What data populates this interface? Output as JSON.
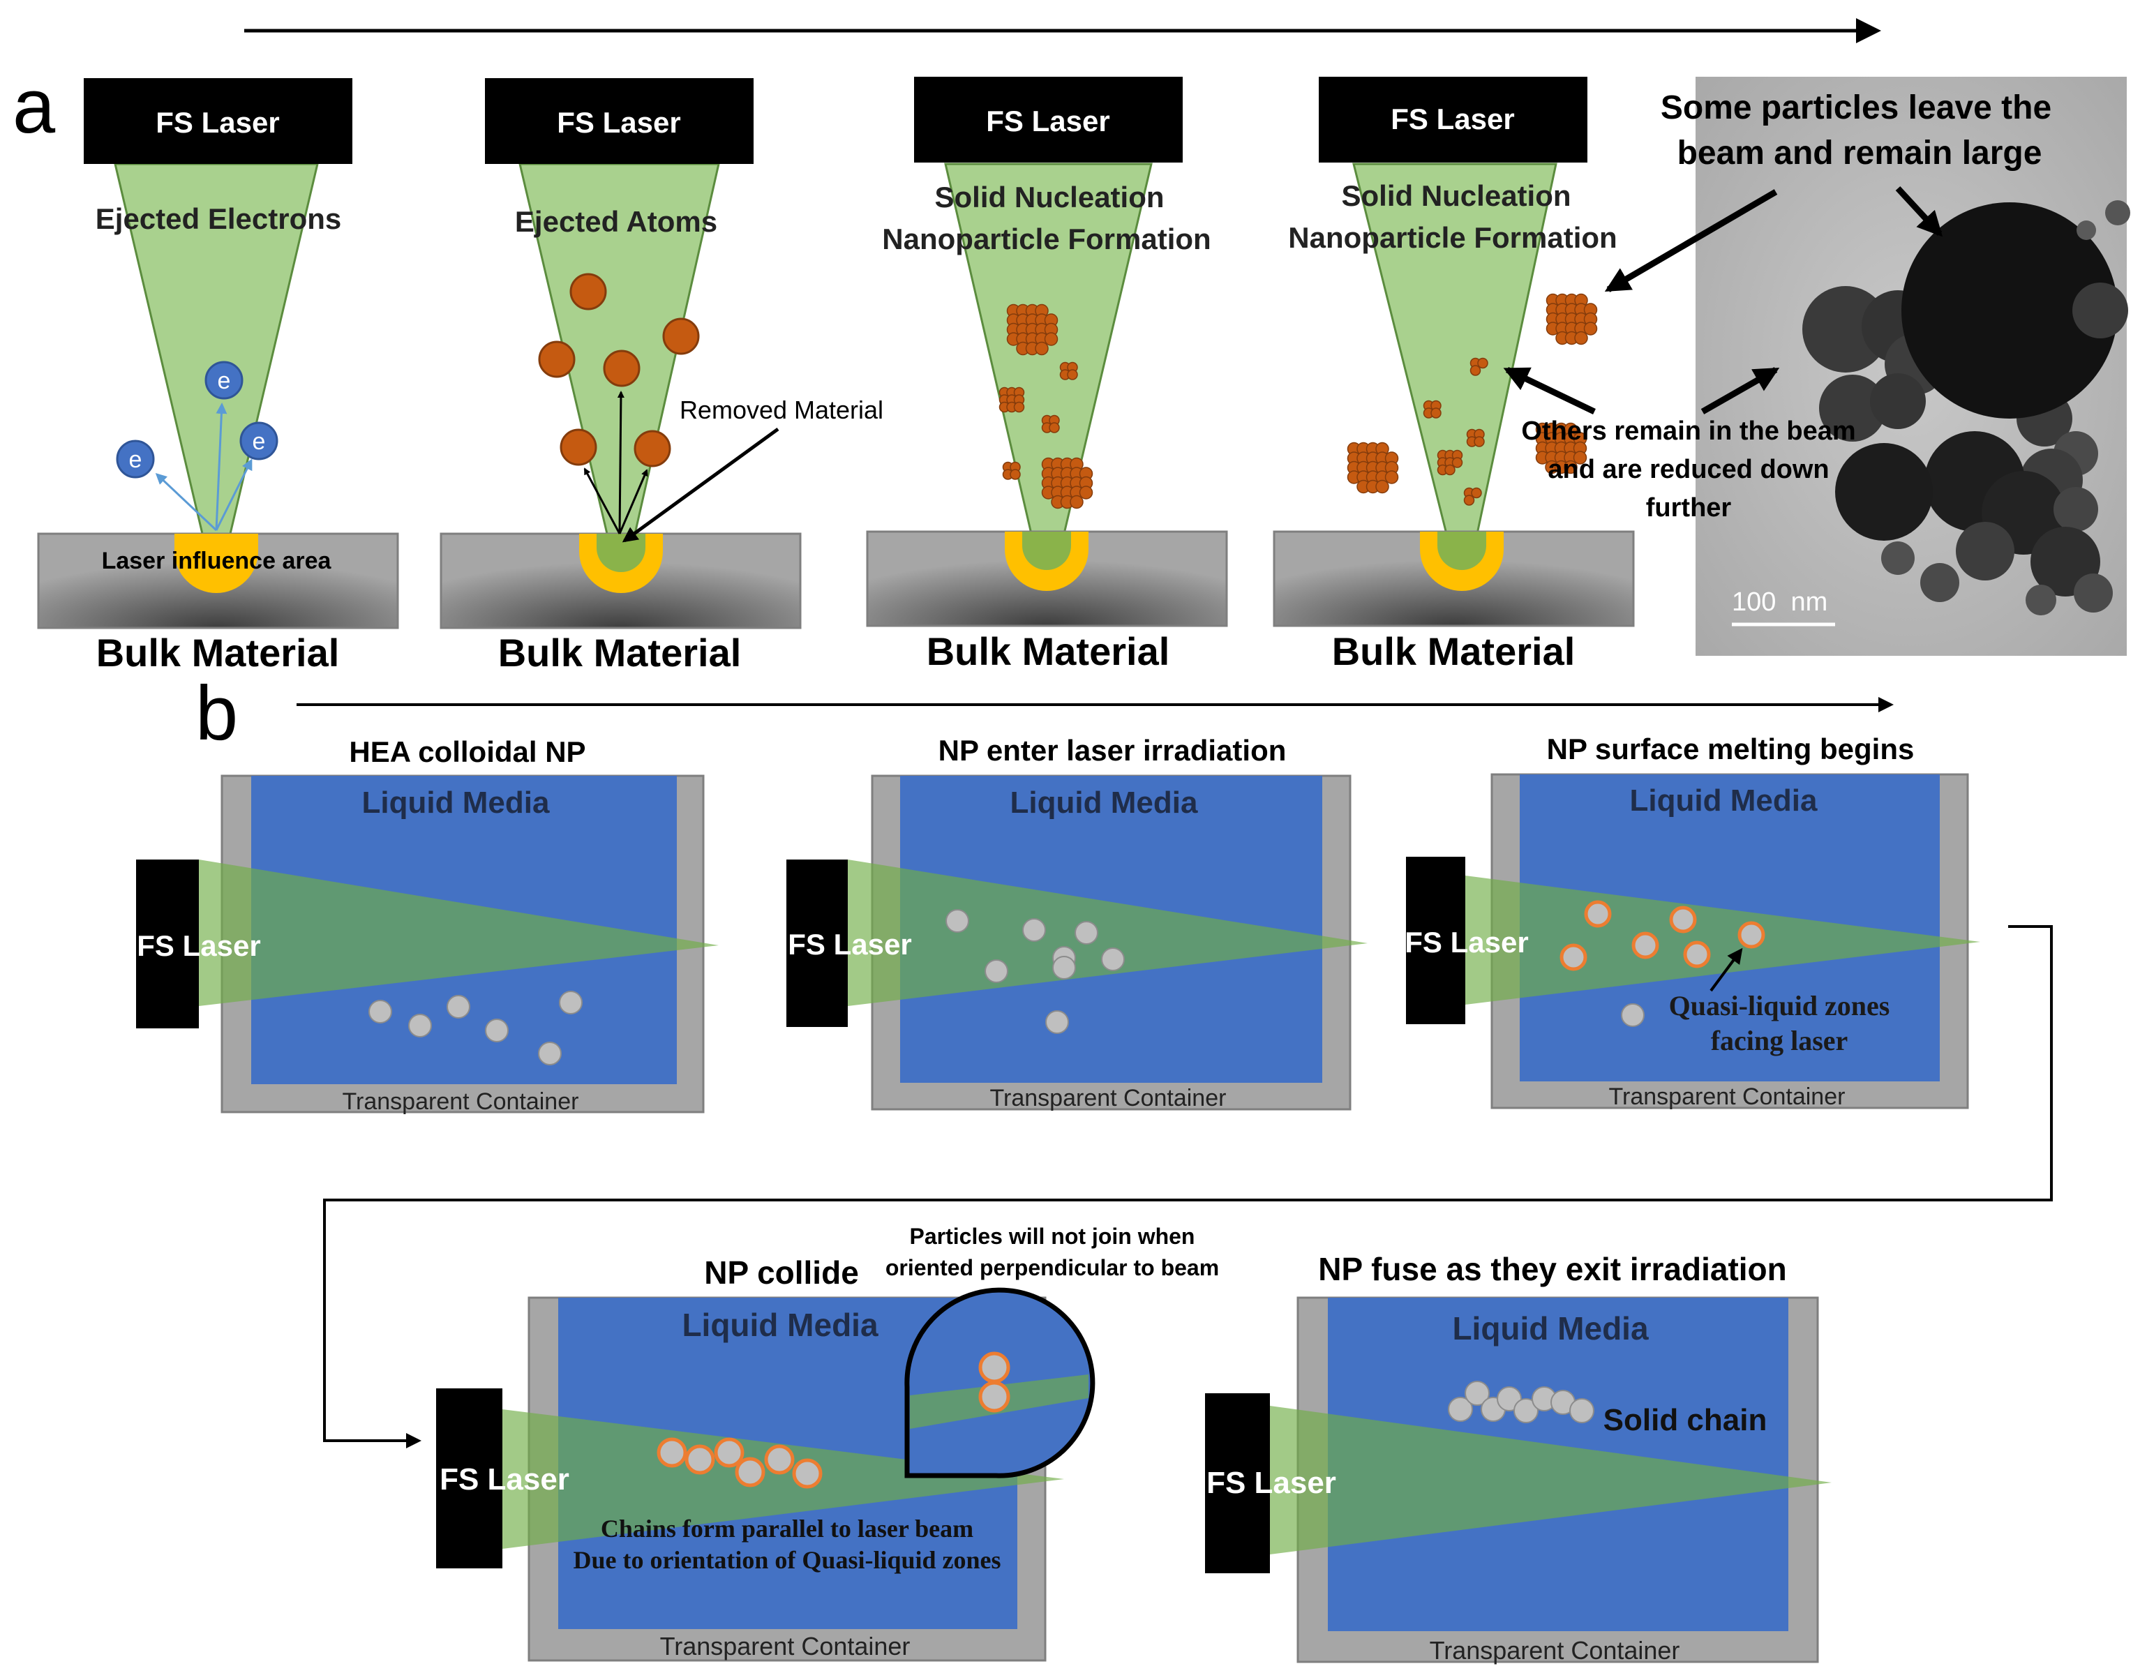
{
  "panel_a": {
    "label": "a",
    "step1": {
      "laser": "FS Laser",
      "title": "Ejected Electrons",
      "influence": "Laser influence area",
      "bulk": "Bulk Material",
      "electron_symbol": "e"
    },
    "step2": {
      "laser": "FS Laser",
      "title": "Ejected Atoms",
      "removed": "Removed Material",
      "bulk": "Bulk Material"
    },
    "step3": {
      "laser": "FS Laser",
      "title1": "Solid Nucleation",
      "title2": "Nanoparticle Formation",
      "bulk": "Bulk Material"
    },
    "step4": {
      "laser": "FS Laser",
      "title1": "Solid Nucleation",
      "title2": "Nanoparticle Formation",
      "bulk": "Bulk Material"
    },
    "tem": {
      "leave1": "Some particles leave the",
      "leave2": "beam and remain large",
      "remain1": "Others remain in the beam",
      "remain2": "and are reduced down",
      "remain3": "further",
      "scale": "100  nm"
    }
  },
  "panel_b": {
    "label": "b",
    "stage1": {
      "title": "HEA colloidal NP",
      "media": "Liquid Media",
      "laser": "FS Laser",
      "container": "Transparent Container"
    },
    "stage2": {
      "title": "NP enter laser irradiation",
      "media": "Liquid Media",
      "laser": "FS Laser",
      "container": "Transparent Container"
    },
    "stage3": {
      "title": "NP surface melting begins",
      "media": "Liquid Media",
      "laser": "FS Laser",
      "container": "Transparent Container",
      "note1": "Quasi-liquid zones",
      "note2": "facing laser"
    },
    "stage4": {
      "title": "NP collide",
      "media": "Liquid Media",
      "laser": "FS Laser",
      "container": "Transparent Container",
      "inset1": "Particles will not join when",
      "inset2": "oriented perpendicular to beam",
      "chain1": "Chains form parallel to laser beam",
      "chain2": "Due to orientation of Quasi-liquid zones"
    },
    "stage5": {
      "title": "NP fuse as they exit irradiation",
      "media": "Liquid Media",
      "laser": "FS Laser",
      "container": "Transparent Container",
      "solid": "Solid chain"
    }
  },
  "colors": {
    "beam": "#a9d18e",
    "beam_dark": "#5b8c3e",
    "particle": "#c55a11",
    "water": "#4472c4",
    "container": "#a6a6a6",
    "electron": "#4472c4",
    "gold": "#ffc000"
  }
}
